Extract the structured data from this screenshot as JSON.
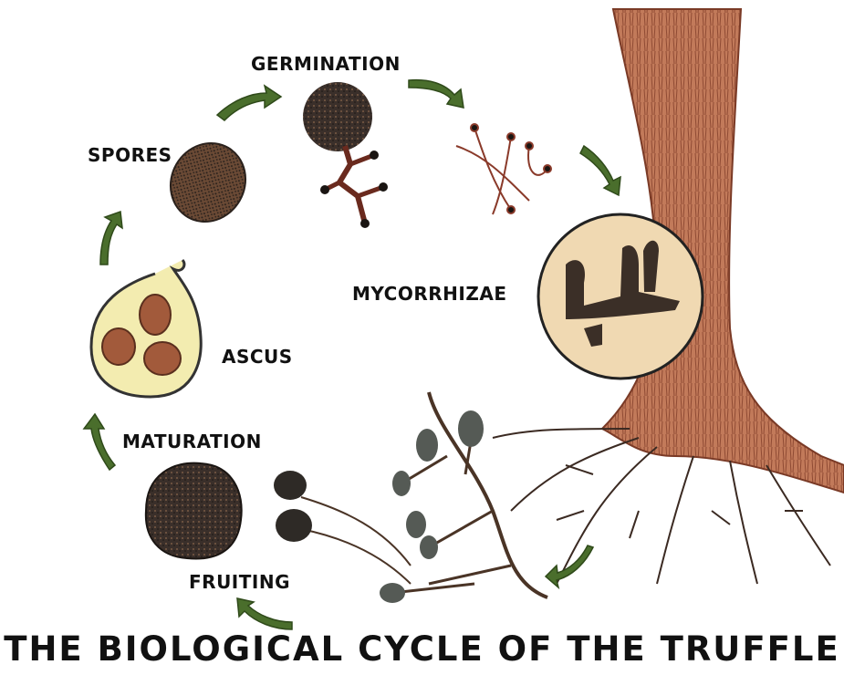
{
  "title": "THE BIOLOGICAL CYCLE OF THE TRUFFLE",
  "stages": {
    "germination": "GERMINATION",
    "spores": "SPORES",
    "mycorrhizae": "MYCORRHIZAE",
    "ascus": "ASCUS",
    "maturation": "MATURATION",
    "fruiting": "FRUITING"
  },
  "colors": {
    "arrow": "#4a6e2c",
    "trunk": "#b5694a",
    "truffle": "#2e2a26",
    "root": "#3b2a22",
    "ascus_fill": "#f3ecb0",
    "mycorrhiza_bg": "#f0d9b2"
  }
}
